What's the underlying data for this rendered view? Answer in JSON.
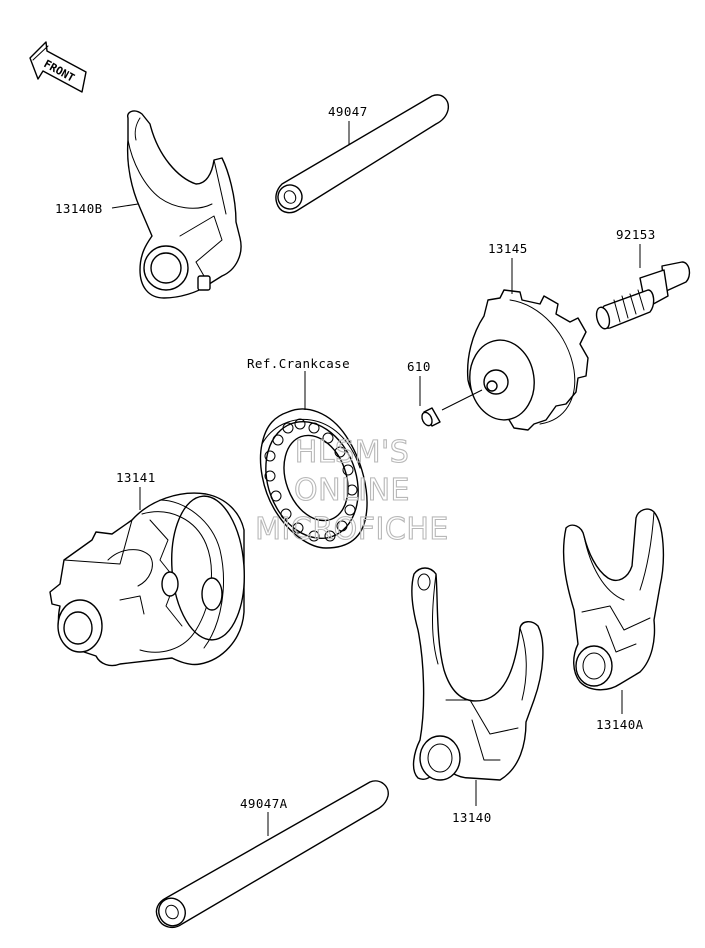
{
  "front_arrow": {
    "text": "FRONT"
  },
  "parts": {
    "fork_13140B": "13140B",
    "shaft_49047": "49047",
    "sprocket_13145": "13145",
    "bolt_92153": "92153",
    "bearing_ref": "Ref.Crankcase",
    "pin_610": "610",
    "drum_13141": "13141",
    "fork_13140A": "13140A",
    "fork_13140": "13140",
    "shaft_49047A": "49047A"
  },
  "watermark": {
    "line1": "HLSM'S",
    "line2": "ONLINE",
    "line3": "MICROFICHE"
  },
  "colors": {
    "ink": "#000000",
    "paper": "#ffffff",
    "watermark": "#b8b8b8"
  }
}
